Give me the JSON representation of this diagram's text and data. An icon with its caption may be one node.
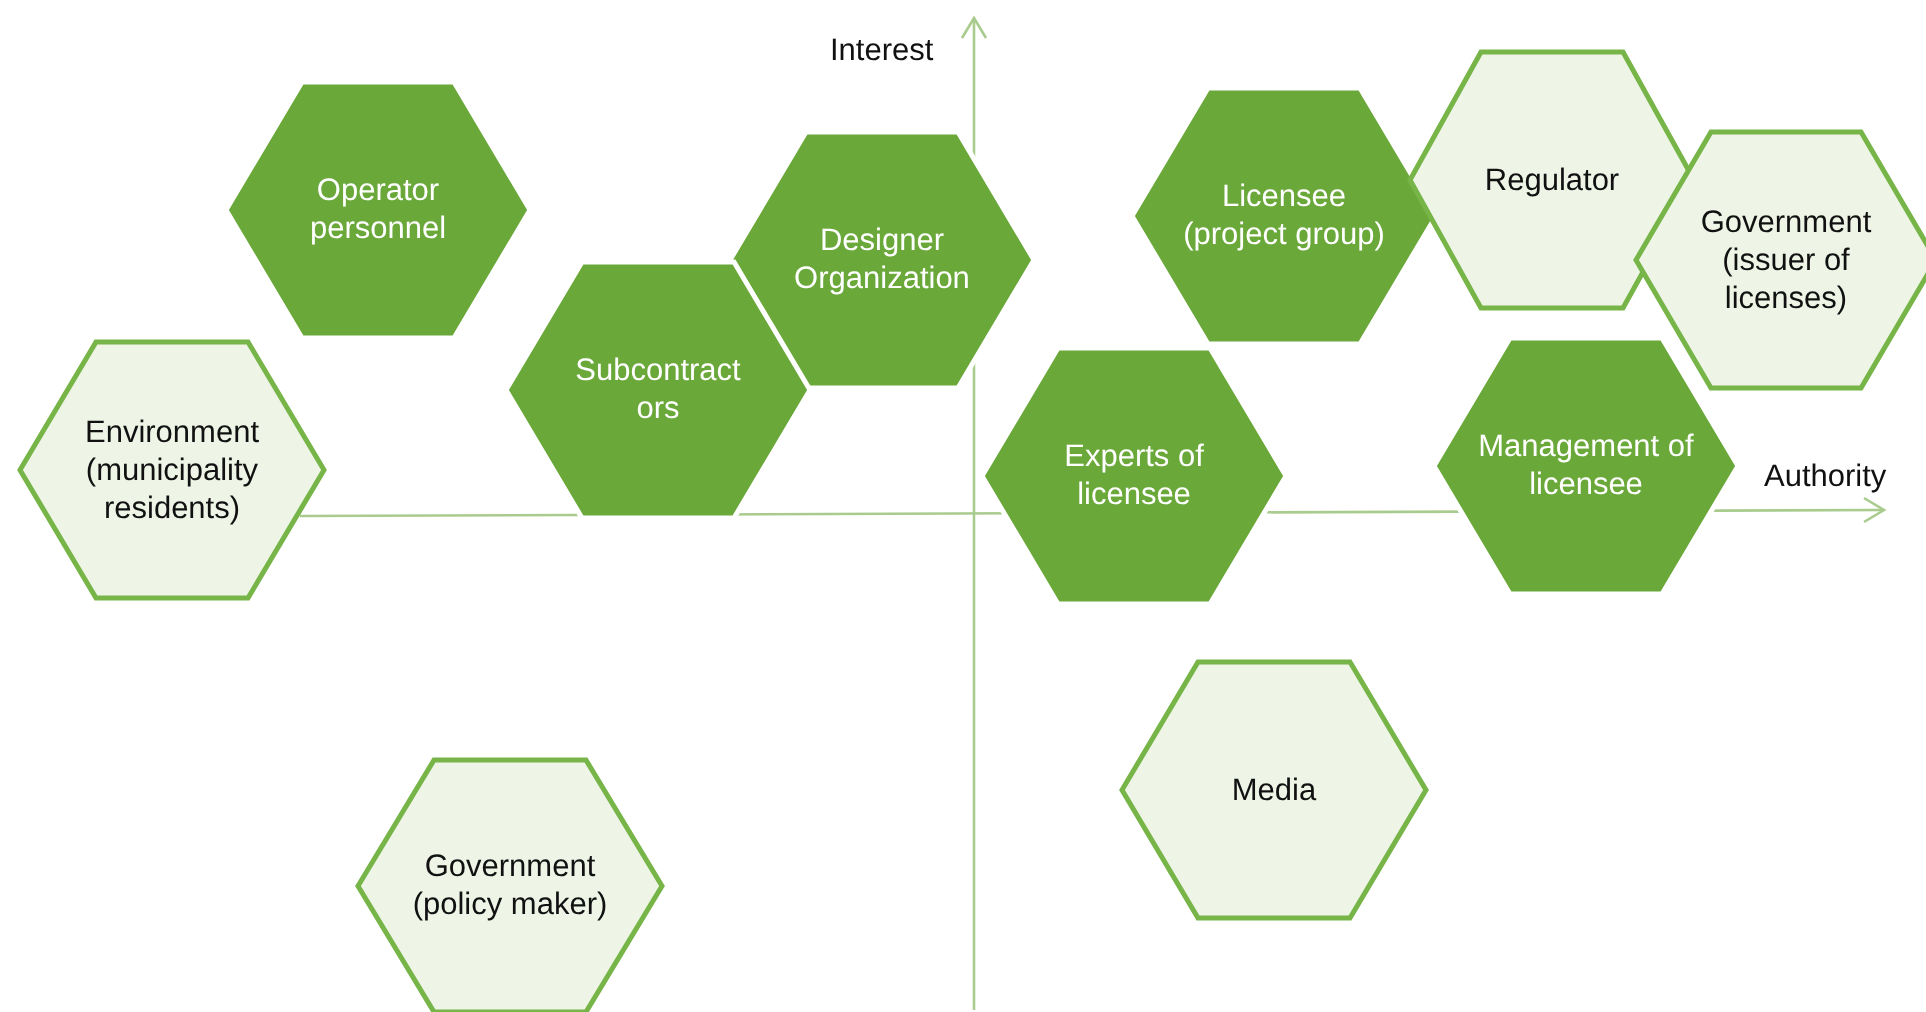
{
  "diagram": {
    "nodes": [
      {
        "text": [
          "Operator personnel"
        ]
      },
      {
        "text": [
          "Designer Organization"
        ]
      },
      {
        "text": [
          "Subcontract ors"
        ]
      },
      {
        "text": [
          "Environment (municipality residents)"
        ]
      },
      {
        "text": [
          "Licensee (project group)"
        ]
      },
      {
        "text": [
          "Regulator"
        ]
      },
      {
        "text": [
          "Government (issuer of licenses)"
        ]
      },
      {
        "text": [
          "Experts of licensee"
        ]
      },
      {
        "text": [
          "Management of licensee"
        ]
      },
      {
        "text": [
          "Media"
        ]
      },
      {
        "text": [
          "Government (policy maker)"
        ]
      }
    ],
    "edges": [],
    "labels": [
      "Interest",
      "Authority"
    ]
  }
}
